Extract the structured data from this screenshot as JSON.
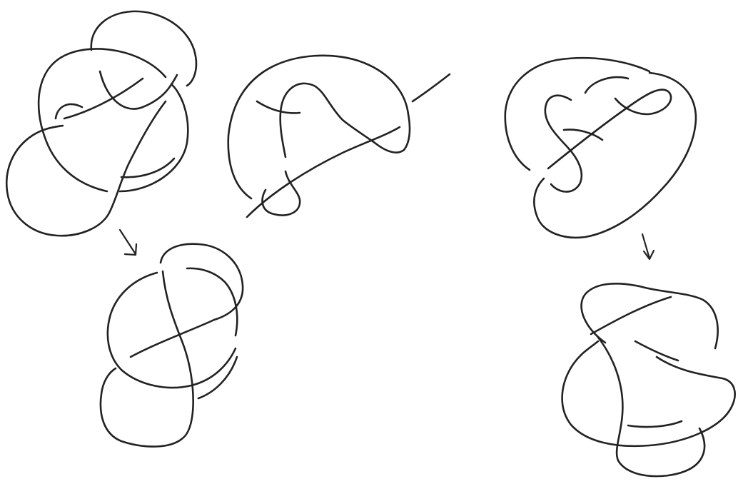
{
  "figure": {
    "ink_color": "#222222",
    "background_color": "#ffffff",
    "knots": [
      {
        "id": "knot-top-left",
        "style": "hand-drawn knot diagram with crossings"
      },
      {
        "id": "knot-top-middle",
        "style": "hand-drawn knot diagram with crossings"
      },
      {
        "id": "knot-top-right",
        "style": "hand-drawn knot diagram with crossings"
      },
      {
        "id": "knot-bottom-left",
        "style": "hand-drawn knot diagram with crossings"
      },
      {
        "id": "knot-bottom-right",
        "style": "hand-drawn knot diagram with crossings"
      }
    ],
    "arrows": [
      {
        "id": "arrow-left",
        "from": "knot-top-left",
        "to": "knot-bottom-left",
        "icon": "arrow-down-right-icon"
      },
      {
        "id": "arrow-right",
        "from": "knot-top-right",
        "to": "knot-bottom-right",
        "icon": "arrow-down-icon"
      }
    ]
  }
}
